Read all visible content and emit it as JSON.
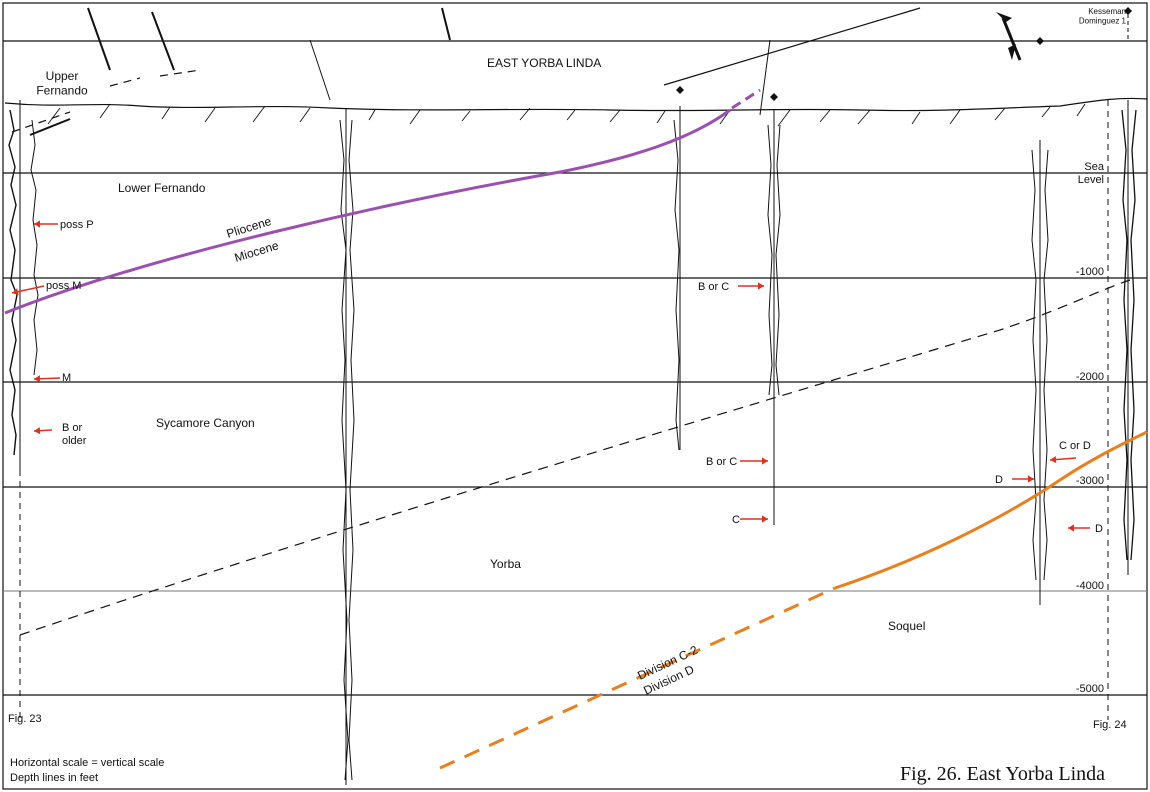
{
  "title": "Fig. 26.  East Yorba Linda",
  "area_label": "EAST YORBA LINDA",
  "well_top_left": "Kesseman\nDominguez 1",
  "units": [
    "Upper\nFernando",
    "Lower Fernando",
    "Sycamore Canyon",
    "Yorba",
    "Soquel"
  ],
  "boundary_labels": {
    "pliocene_miocene": [
      "Pliocene",
      "Miocene"
    ],
    "division": [
      "Division C-2",
      "Division D"
    ]
  },
  "depth_labels": [
    "Sea\nLevel",
    "-1000",
    "-2000",
    "-3000",
    "-4000",
    "-5000"
  ],
  "arrow_labels": [
    "poss P",
    "poss M",
    "M",
    "B or\nolder",
    "B or C",
    "B or C",
    "C",
    "C or D",
    "D",
    "D"
  ],
  "fig_refs": [
    "Fig. 23",
    "Fig. 24"
  ],
  "notes": [
    "Horizontal scale = vertical scale",
    "Depth lines in feet"
  ],
  "colors": {
    "pliocene_miocene": "#9b4fb0",
    "division": "#e8801e",
    "arrow": "#e0301e",
    "line": "#111111"
  }
}
